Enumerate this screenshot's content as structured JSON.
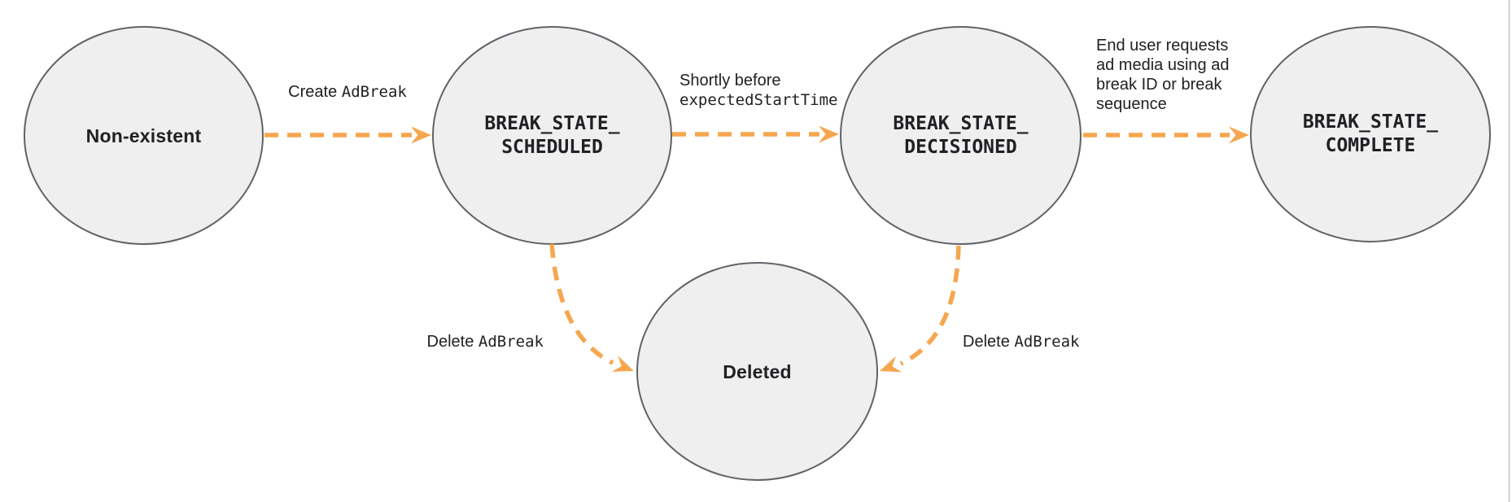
{
  "colors": {
    "accent_orange": "#F7A64F",
    "node_fill": "#EFEFEF",
    "node_stroke": "#5F6368",
    "text": "#202124",
    "page_divider": "#CFCFCF"
  },
  "diagram": {
    "nodes": [
      {
        "id": "non-existent",
        "lines": [
          "Non-existent"
        ]
      },
      {
        "id": "break-state-scheduled",
        "lines": [
          "BREAK_STATE_",
          "SCHEDULED"
        ]
      },
      {
        "id": "break-state-decisioned",
        "lines": [
          "BREAK_STATE_",
          "DECISIONED"
        ]
      },
      {
        "id": "break-state-complete",
        "lines": [
          "BREAK_STATE_",
          "COMPLETE"
        ]
      },
      {
        "id": "deleted",
        "lines": [
          "Deleted"
        ]
      }
    ],
    "edges": [
      {
        "from": "non-existent",
        "to": "break-state-scheduled",
        "label_text": "Create ",
        "label_code": "AdBreak"
      },
      {
        "from": "break-state-scheduled",
        "to": "break-state-decisioned",
        "label_text": "Shortly before",
        "label_code": "expectedStartTime"
      },
      {
        "from": "break-state-decisioned",
        "to": "break-state-complete",
        "label_lines": [
          "End user requests",
          "ad media using ad",
          "break ID or break",
          "sequence"
        ]
      },
      {
        "from": "break-state-scheduled",
        "to": "deleted",
        "label_text": "Delete ",
        "label_code": "AdBreak"
      },
      {
        "from": "break-state-decisioned",
        "to": "deleted",
        "label_text": "Delete ",
        "label_code": "AdBreak"
      }
    ]
  }
}
